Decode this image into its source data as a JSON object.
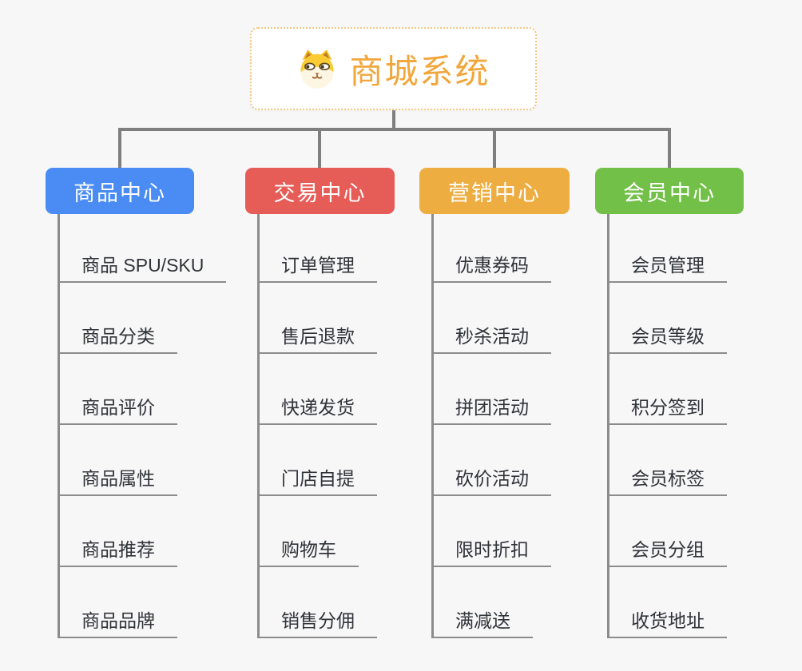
{
  "canvas": {
    "background": "#F7F7F8",
    "connector_color": "#7F7F7F",
    "underline_color": "#8C8C8C",
    "child_text_color": "#303338"
  },
  "root": {
    "title": "商城系统",
    "icon": "shiba-dog-icon",
    "title_color": "#F1A73C",
    "border_color": "#F4C77E"
  },
  "branches": [
    {
      "id": "product-center",
      "label": "商品中心",
      "color": "#4A8CF3",
      "children": [
        "商品 SPU/SKU",
        "商品分类",
        "商品评价",
        "商品属性",
        "商品推荐",
        "商品品牌"
      ]
    },
    {
      "id": "trade-center",
      "label": "交易中心",
      "color": "#E65C57",
      "children": [
        "订单管理",
        "售后退款",
        "快递发货",
        "门店自提",
        "购物车",
        "销售分佣"
      ]
    },
    {
      "id": "marketing-center",
      "label": "营销中心",
      "color": "#EEAD41",
      "children": [
        "优惠券码",
        "秒杀活动",
        "拼团活动",
        "砍价活动",
        "限时折扣",
        "满减送"
      ]
    },
    {
      "id": "member-center",
      "label": "会员中心",
      "color": "#72C048",
      "children": [
        "会员管理",
        "会员等级",
        "积分签到",
        "会员标签",
        "会员分组",
        "收货地址"
      ]
    }
  ]
}
